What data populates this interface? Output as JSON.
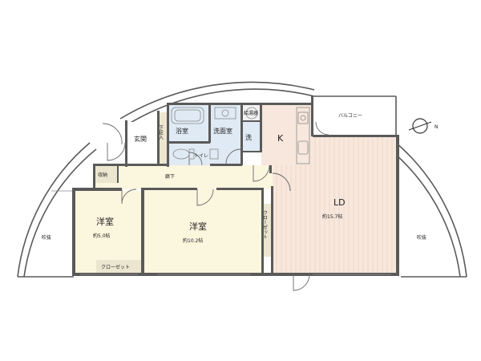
{
  "rooms": {
    "entrance": "玄関",
    "shoe_storage": "下足入",
    "bathroom": "浴室",
    "washroom": "洗面室",
    "toilet": "トイレ",
    "wash": "洗",
    "water_heater": "給湯器",
    "kitchen": "K",
    "balcony": "バルコニー",
    "storage": "収納",
    "corridor": "廊下",
    "ld": "LD",
    "ld_size": "約15.7帖",
    "western_room_1": "洋室",
    "western_room_1_size": "約5.0帖",
    "western_room_2": "洋室",
    "western_room_2_size": "約10.2帖",
    "closet_1": "クローゼット",
    "closet_2": "クローゼット",
    "void_left": "吹抜",
    "void_right": "吹抜"
  },
  "compass": {
    "label": "N"
  },
  "colors": {
    "wall": "#5a5a5a",
    "tatami_beige": "#fbf6de",
    "ld_floor": "#f7e7dc",
    "ld_stripe": "#ecd4c4",
    "kitchen_floor": "#f7e7dc",
    "wet_area": "#dfeaf4",
    "corridor": "#fbf6de",
    "closet_fill": "#ece6d0"
  }
}
